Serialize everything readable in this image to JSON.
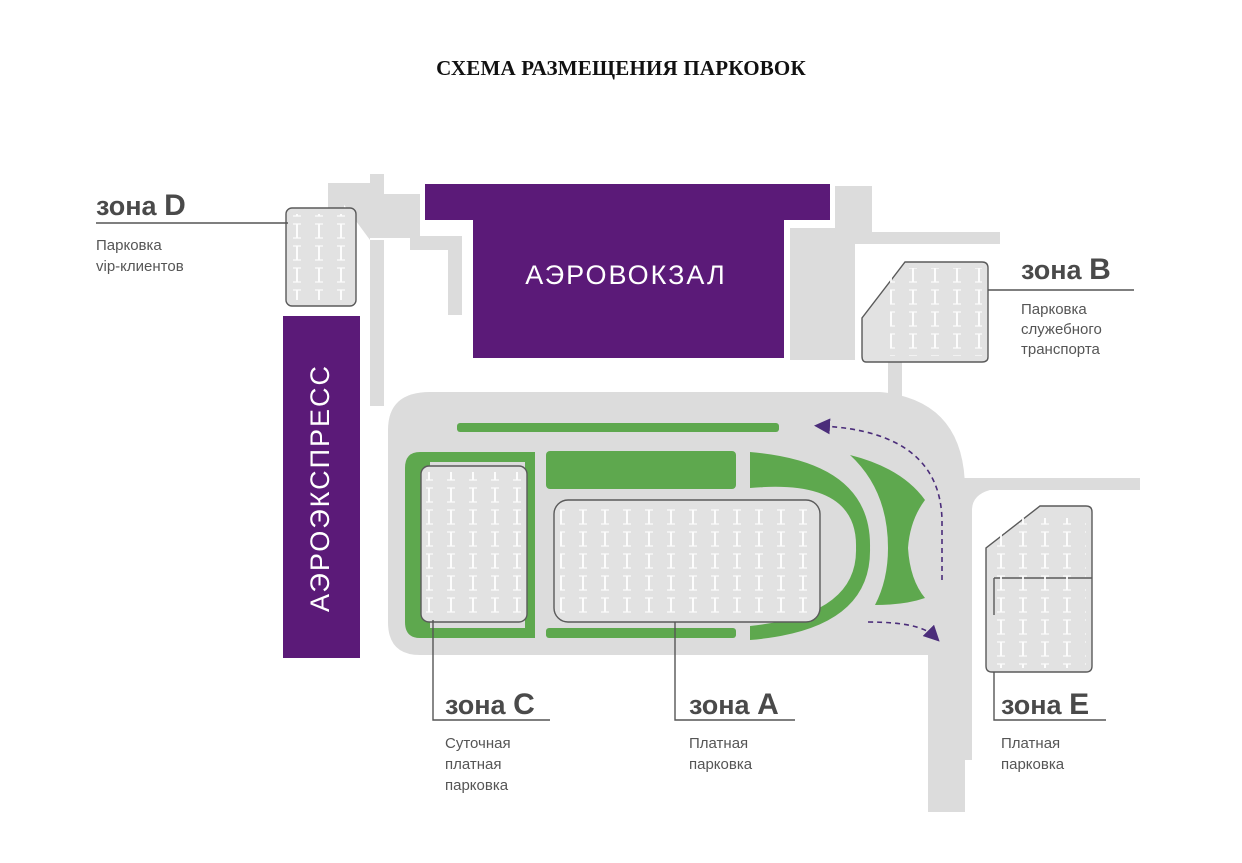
{
  "title": "СХЕМА РАЗМЕЩЕНИЯ ПАРКОВОК",
  "buildings": {
    "terminal": "АЭРОВОКЗАЛ",
    "aeroexpress": "АЭРОЭКСПРЕСС"
  },
  "zone_word": "зона",
  "zones": {
    "D": {
      "letter": "D",
      "lines": [
        "Парковка",
        "vip-клиентов"
      ]
    },
    "B": {
      "letter": "B",
      "lines": [
        "Парковка",
        "служебного",
        "транспорта"
      ]
    },
    "C": {
      "letter": "C",
      "lines": [
        "Суточная",
        "платная",
        "парковка"
      ]
    },
    "A": {
      "letter": "A",
      "lines": [
        "Платная",
        "парковка"
      ]
    },
    "E": {
      "letter": "E",
      "lines": [
        "Платная",
        "парковка"
      ]
    }
  },
  "colors": {
    "building": "#5b1a78",
    "road": "#dcdcdc",
    "lot": "#e2e2e2",
    "lot_outline": "#5a5a5a",
    "green": "#5ea84e",
    "arrow": "#4b2d7a",
    "leader": "#555555"
  }
}
